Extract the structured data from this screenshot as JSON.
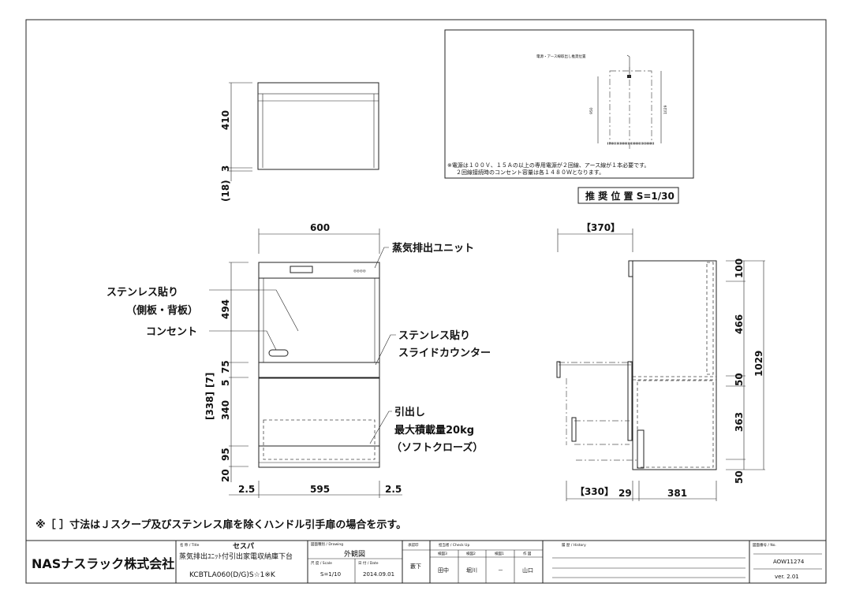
{
  "views": {
    "top": {
      "dims": [
        "410",
        "3",
        "(18)"
      ]
    },
    "front": {
      "width_dim": "600",
      "bottom_dims": [
        "2.5",
        "595",
        "2.5"
      ],
      "left_dims": [
        "494",
        "75",
        "5",
        "340",
        "95",
        "20"
      ],
      "bracket_dims": [
        "[338]",
        "[7]"
      ],
      "labels": {
        "steam_unit": "蒸気排出ユニット",
        "stainless_1": "ステンレス貼り",
        "stainless_2": "（側板・背板）",
        "outlet": "コンセント",
        "counter_1": "ステンレス貼り",
        "counter_2": "スライドカウンター",
        "drawer_1": "引出し",
        "drawer_2": "最大積載量20kg",
        "drawer_3": "（ソフトクローズ）"
      }
    },
    "side": {
      "top_dim": "【370】",
      "bottom_dims": [
        "【330】",
        "29",
        "381"
      ],
      "right_dims": [
        "100",
        "466",
        "50",
        "363",
        "50"
      ],
      "total_dim": "1029"
    },
    "recommend": {
      "label": "電源・アース線取出し推奨位置",
      "dim_left": "950",
      "dim_right": "1029",
      "note_1": "※電源は１００Ｖ、１５Ａの以上の専用電源が２回線、アース線が１本必要です。",
      "note_2": "２回線接続時のコンセント容量は各１４８０Ｗとなります。",
      "caption": "推 奨 位 置  S=1/30"
    }
  },
  "footnote": "※［ ］寸法はＪスクープ及びステンレス扉を除くハンドル引手扉の場合を示す。",
  "title_block": {
    "company": "NASナスラック株式会社",
    "title_label": "名 称 / Title",
    "title": "セスパ",
    "subtitle": "蒸気排出ﾕﾆｯﾄ付引出家電収納庫下台",
    "model": "KCBTLA060(D/G)S☆1※K",
    "drawing_label": "図面種別 / Drawing",
    "drawing": "外観図",
    "scale_label": "尺 度 / Scale",
    "scale": "S=1/10",
    "date_label": "日 付 / Date",
    "date": "2014.09.01",
    "approval_label": "承認印",
    "approval": "藪下",
    "check_label": "担当者 / Check Up",
    "check_cols": [
      "検図3",
      "検図2",
      "検図1",
      "作 図"
    ],
    "check_vals": [
      "田中",
      "堀川",
      "－",
      "山口"
    ],
    "history_label": "履 歴 / History",
    "no_label": "図面番号 / No.",
    "no": "AOW11274",
    "version": "ver. 2.01"
  }
}
